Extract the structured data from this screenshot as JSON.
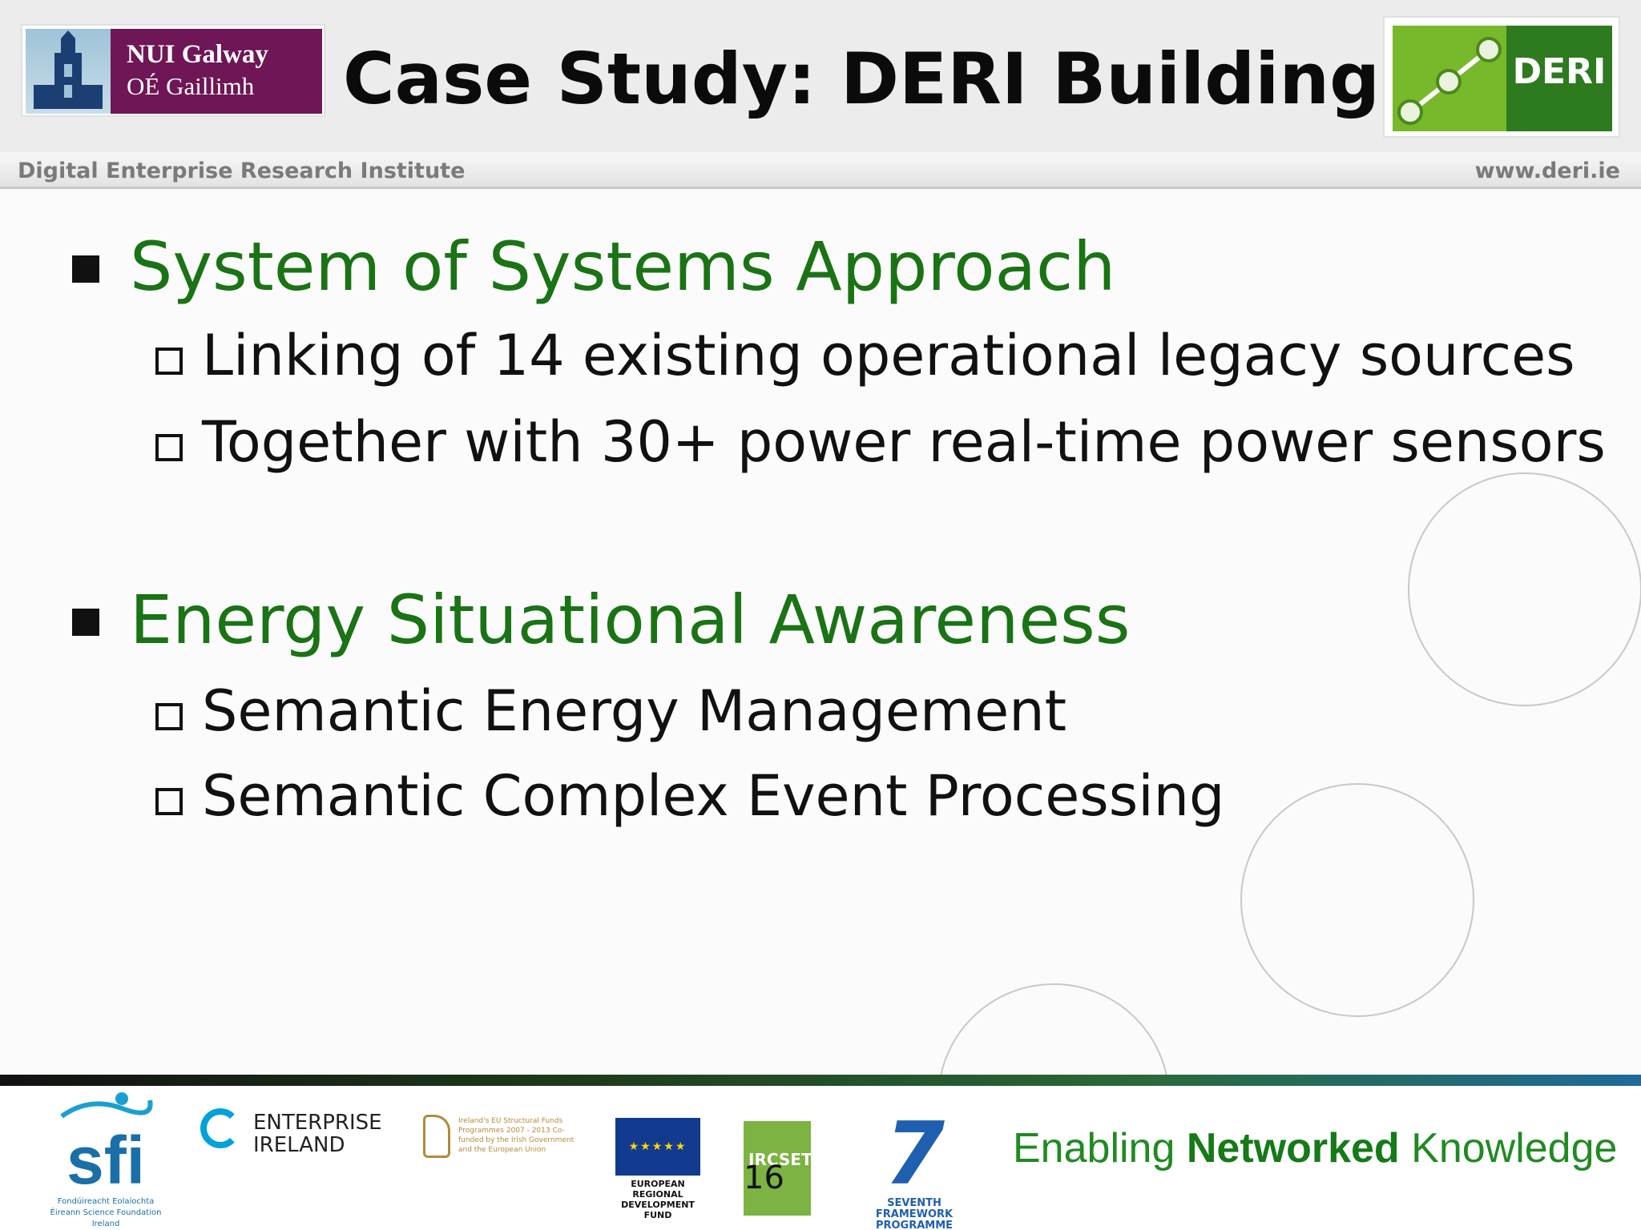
{
  "header": {
    "university_name": "NUI Galway",
    "university_irish": "OÉ Gaillimh",
    "title": "Case Study: DERI Building",
    "deri_logo_text": "DERI"
  },
  "subheader": {
    "institute": "Digital Enterprise Research Institute",
    "website": "www.deri.ie"
  },
  "content": {
    "sections": [
      {
        "heading": "System of Systems Approach",
        "items": [
          "Linking of 14 existing operational legacy sources",
          "Together with 30+ power real-time power sensors"
        ]
      },
      {
        "heading": "Energy Situational Awareness",
        "items": [
          "Semantic Energy Management",
          "Semantic Complex Event Processing"
        ]
      }
    ]
  },
  "footer": {
    "sfi_mark": "sfi",
    "sfi_subtext": "Fondúireacht Eolaíochta Éireann Science Foundation Ireland",
    "enterprise_ireland": "ENTERPRISE IRELAND",
    "structural_funds": "Ireland's EU Structural Funds Programmes 2007 - 2013 Co-funded by the Irish Government and the European Union",
    "eu_fund": "EUROPEAN REGIONAL DEVELOPMENT FUND",
    "ircset": "IRCSET",
    "fp7_number": "7",
    "fp7_text": "SEVENTH FRAMEWORK PROGRAMME",
    "slogan_prefix": "Enabling ",
    "slogan_bold": "Networked",
    "slogan_suffix": " Knowledge",
    "page_number": "16"
  },
  "colors": {
    "nui_purple": "#6e1656",
    "deri_green_light": "#78b92c",
    "deri_green_dark": "#2d7a1f",
    "heading_green": "#1a7314",
    "slogan_green": "#208a22"
  }
}
